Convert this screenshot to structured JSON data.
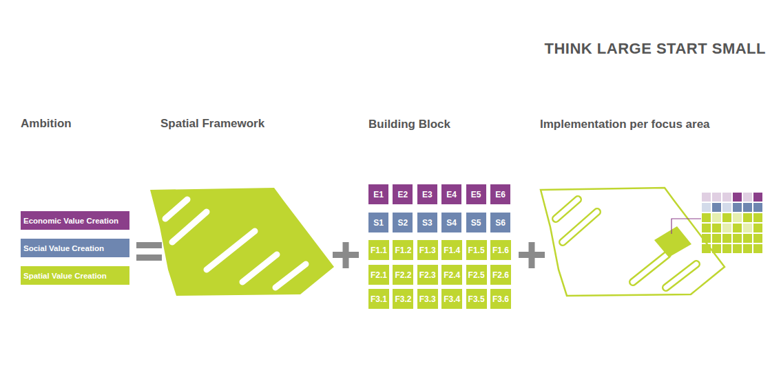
{
  "diagram": {
    "title": "THINK LARGE START SMALL",
    "nodes": [
      {
        "text": [
          "Economic Value Creation"
        ]
      },
      {
        "text": [
          "Social Value Creation"
        ]
      },
      {
        "text": [
          "Spatial Value Creation"
        ]
      },
      {
        "text": [
          "E1"
        ]
      },
      {
        "text": [
          "E2"
        ]
      },
      {
        "text": [
          "E3"
        ]
      },
      {
        "text": [
          "E4"
        ]
      },
      {
        "text": [
          "E5"
        ]
      },
      {
        "text": [
          "E6"
        ]
      },
      {
        "text": [
          "S1"
        ]
      },
      {
        "text": [
          "S2"
        ]
      },
      {
        "text": [
          "S3"
        ]
      },
      {
        "text": [
          "S4"
        ]
      },
      {
        "text": [
          "S5"
        ]
      },
      {
        "text": [
          "S6"
        ]
      },
      {
        "text": [
          "F1.1"
        ]
      },
      {
        "text": [
          "F1.2"
        ]
      },
      {
        "text": [
          "F1.3"
        ]
      },
      {
        "text": [
          "F1.4"
        ]
      },
      {
        "text": [
          "F1.5"
        ]
      },
      {
        "text": [
          "F1.6"
        ]
      },
      {
        "text": [
          "F2.1"
        ]
      },
      {
        "text": [
          "F2.2"
        ]
      },
      {
        "text": [
          "F2.3"
        ]
      },
      {
        "text": [
          "F2.4"
        ]
      },
      {
        "text": [
          "F2.5"
        ]
      },
      {
        "text": [
          "F2.6"
        ]
      },
      {
        "text": [
          "F3.1"
        ]
      },
      {
        "text": [
          "F3.2"
        ]
      },
      {
        "text": [
          "F3.3"
        ]
      },
      {
        "text": [
          "F3.4"
        ]
      },
      {
        "text": [
          "F3.5"
        ]
      },
      {
        "text": [
          "F3.6"
        ]
      }
    ],
    "labels": [
      "Ambition",
      "Spatial Framework",
      "Building Block",
      "Implementation per focus area"
    ]
  }
}
